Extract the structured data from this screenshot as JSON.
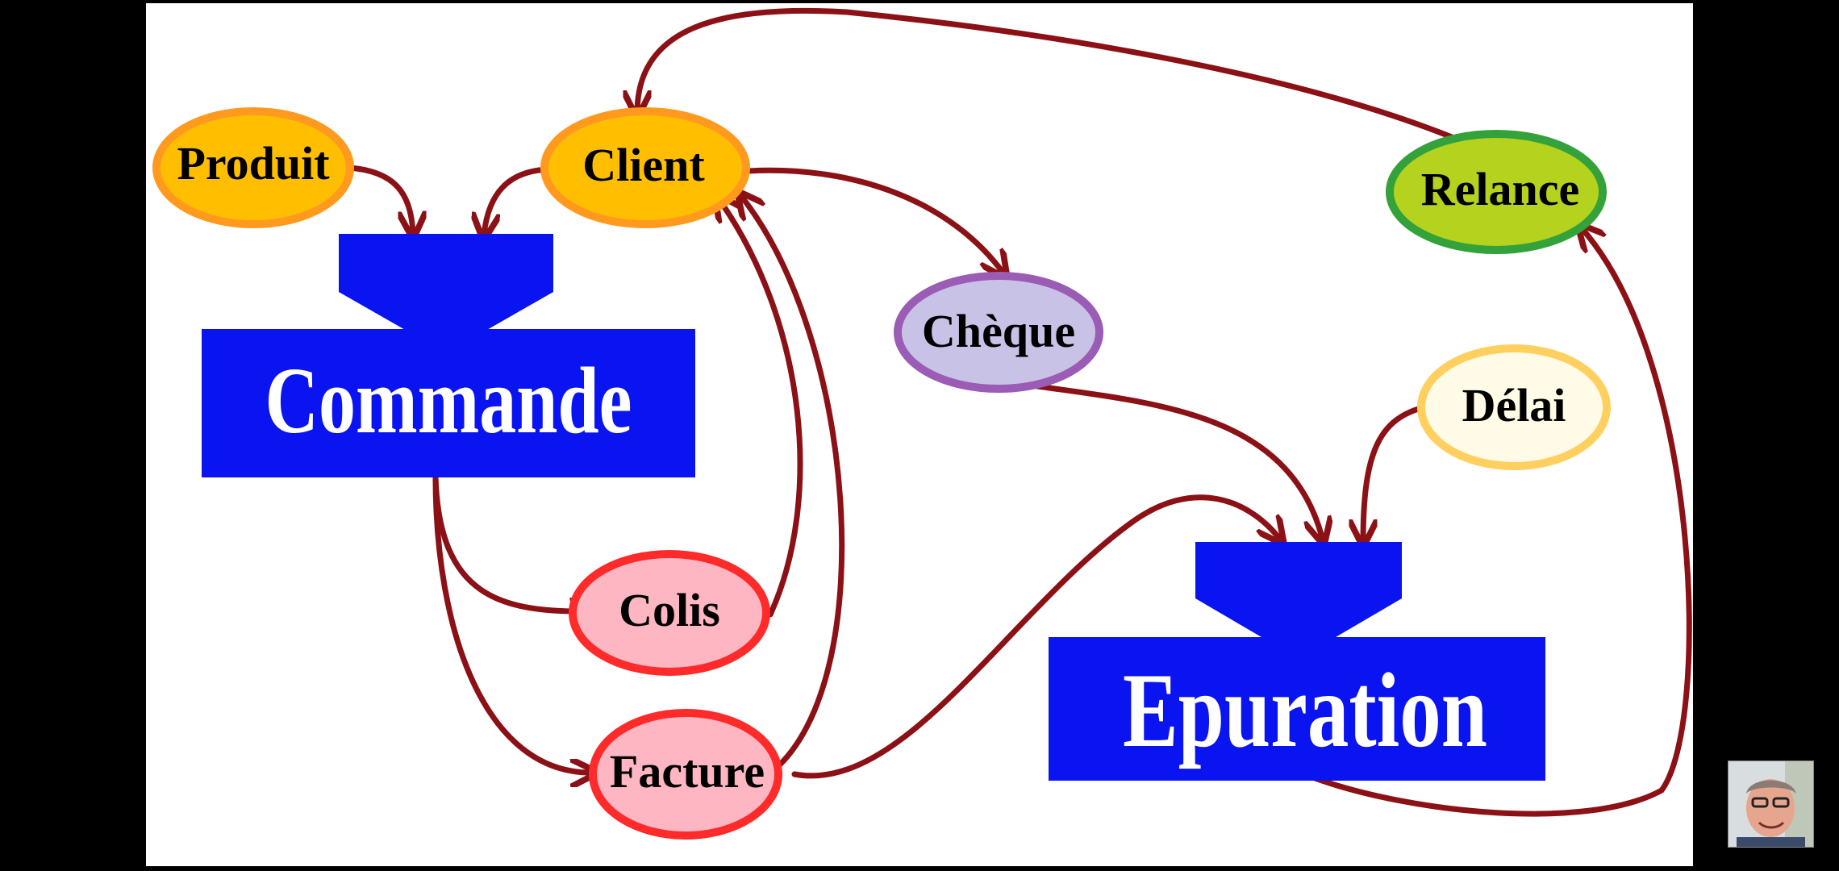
{
  "diagram": {
    "nodes": {
      "produit": "Produit",
      "client": "Client",
      "relance": "Relance",
      "cheque": "Chèque",
      "delai": "Délai",
      "colis": "Colis",
      "facture": "Facture"
    },
    "processes": {
      "commande": "Commande",
      "epuration": "Epuration"
    }
  },
  "colors": {
    "process_blue": "#0a14f0",
    "arrow": "#8b1116",
    "orange_fill": "#ffbf00",
    "orange_border": "#ff9a1e",
    "green_fill": "#b4d21e",
    "green_border": "#33a23a",
    "purple_fill": "#c8c3e6",
    "purple_border": "#9a5cb4",
    "cream_fill": "#fffbe6",
    "cream_border": "#ffd060",
    "pink_fill": "#ffb6c3",
    "pink_border": "#ff2a2a"
  }
}
